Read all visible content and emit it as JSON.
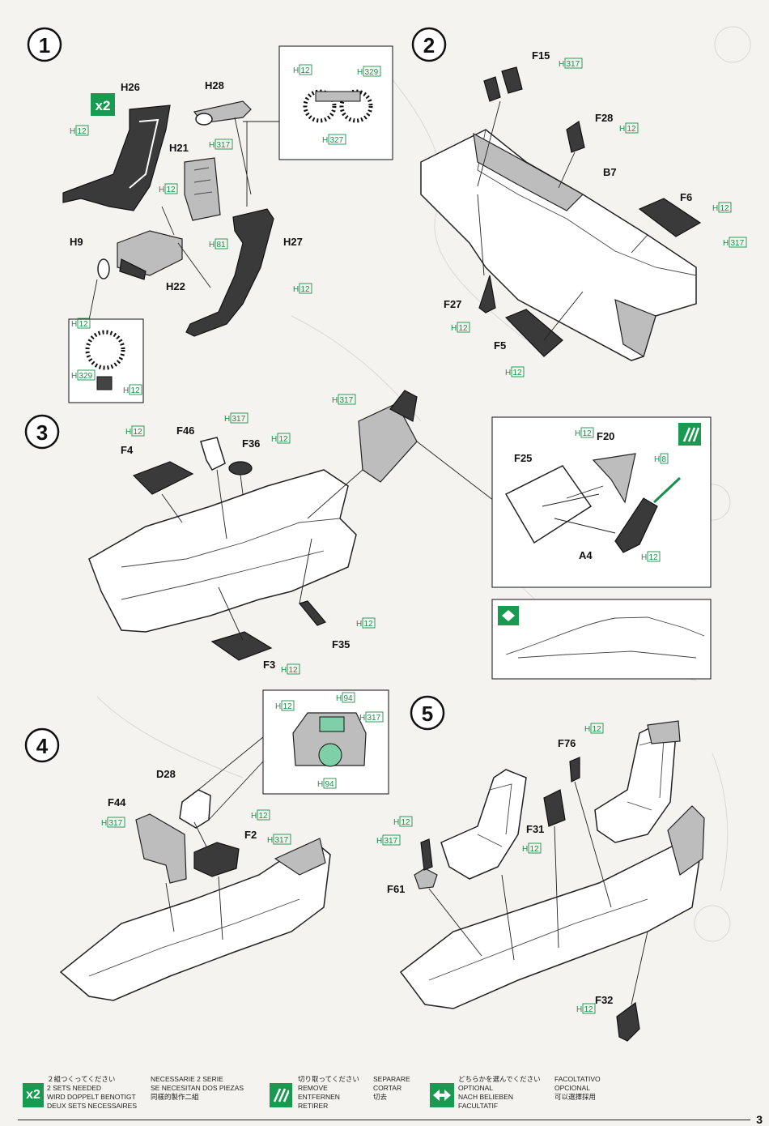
{
  "steps": {
    "s1": "1",
    "s2": "2",
    "s3": "3",
    "s4": "4",
    "s5": "5"
  },
  "badges": {
    "x2": "x2"
  },
  "parts": {
    "H26": "H26",
    "H28": "H28",
    "H21": "H21",
    "H9": "H9",
    "H22": "H22",
    "H27": "H27",
    "F15": "F15",
    "F28": "F28",
    "B7": "B7",
    "F6": "F6",
    "F27": "F27",
    "F5": "F5",
    "F46": "F46",
    "F36": "F36",
    "F4": "F4",
    "F35": "F35",
    "F3": "F3",
    "F25": "F25",
    "F20": "F20",
    "A4": "A4",
    "D28": "D28",
    "F44": "F44",
    "F2": "F2",
    "F76": "F76",
    "F31": "F31",
    "F61": "F61",
    "F32": "F32"
  },
  "paint": {
    "H": "H",
    "c12": "12",
    "c317": "317",
    "c329": "329",
    "c327": "327",
    "c81": "81",
    "c8": "8",
    "c94": "94"
  },
  "legend": {
    "x2_icon": "x2",
    "x2_text": "２組つくってください\n2 SETS NEEDED\nWIRD DOPPELT BENOTIGT\nDEUX SETS NECESSAIRES",
    "x2_text_b": "NECESSARIE 2 SERIE\nSE NECESITAN DOS PIEZAS\n同樣的製作二組",
    "cut_text": "切り取ってください\nREMOVE\nENTFERNEN\nRETIRER",
    "cut_text_b": "SEPARARE\nCORTAR\n切去",
    "opt_text": "どちらかを選んでください\nOPTIONAL\nNACH BELIEBEN\nFACULTATIF",
    "opt_text_b": "FACOLTATIVO\nOPCIONAL\n可以選擇採用"
  },
  "page": {
    "number": "3"
  },
  "colors": {
    "accent": "#1a9a50",
    "ink": "#111111"
  }
}
